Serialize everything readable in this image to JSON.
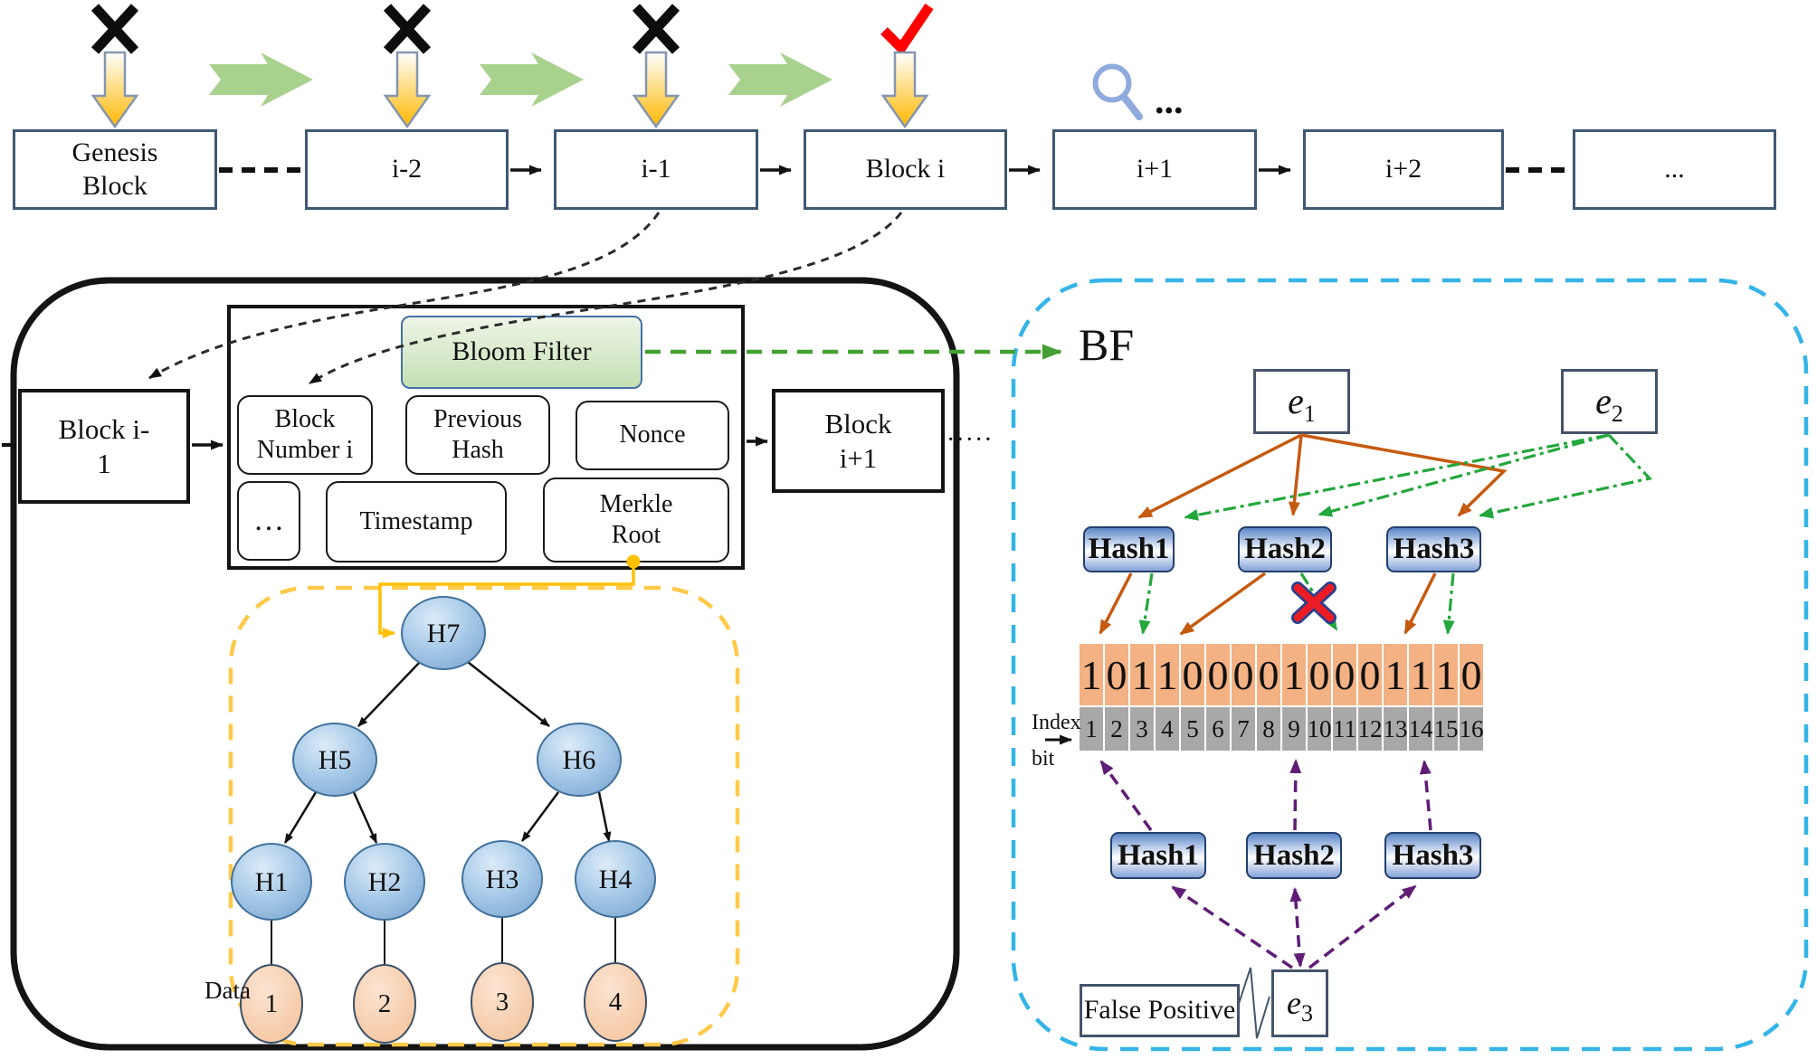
{
  "chain": {
    "blocks": [
      {
        "label": "Genesis Block",
        "mark": "invalid-x"
      },
      {
        "label": "i-2",
        "mark": "invalid-x"
      },
      {
        "label": "i-1",
        "mark": "invalid-x"
      },
      {
        "label": "Block i",
        "mark": "valid-check"
      },
      {
        "label": "i+1",
        "mark": "search"
      },
      {
        "label": "i+2",
        "mark": "none"
      },
      {
        "label": "...",
        "mark": "none"
      }
    ],
    "search_ellipsis": "..."
  },
  "block_detail": {
    "prev_block": "Block i-1",
    "next_block": "Block i+1",
    "trailing_dots": "·····",
    "header": {
      "bloom_filter": "Bloom Filter",
      "block_number": "Block Number i",
      "previous_hash": "Previous Hash",
      "nonce": "Nonce",
      "ellipsis": "…",
      "timestamp": "Timestamp",
      "merkle_root": "Merkle Root"
    }
  },
  "merkle": {
    "data_label": "Data",
    "nodes": {
      "root": "H7",
      "left": "H5",
      "right": "H6",
      "l1": "H1",
      "l2": "H2",
      "l3": "H3",
      "l4": "H4"
    },
    "leaves": [
      "1",
      "2",
      "3",
      "4"
    ]
  },
  "bloom": {
    "label": "BF",
    "elements": {
      "e1": {
        "base": "e",
        "sub": "1"
      },
      "e2": {
        "base": "e",
        "sub": "2"
      },
      "e3": {
        "base": "e",
        "sub": "3"
      }
    },
    "hash_functions": [
      "Hash1",
      "Hash2",
      "Hash3"
    ],
    "bits": [
      "1",
      "0",
      "1",
      "1",
      "0",
      "0",
      "0",
      "0",
      "1",
      "0",
      "0",
      "0",
      "1",
      "1",
      "1",
      "0"
    ],
    "indices": [
      "1",
      "2",
      "3",
      "4",
      "5",
      "6",
      "7",
      "8",
      "9",
      "10",
      "11",
      "12",
      "13",
      "14",
      "15",
      "16"
    ],
    "index_label_top": "Index",
    "index_label_bottom": "bit",
    "false_positive": "False Positive"
  },
  "colors": {
    "insert_orange": "#C55A11",
    "insert_green": "#23A73C",
    "query_purple": "#5F1D75",
    "panel_cyan": "#35B4E8",
    "merkle_yellow": "#FFC000",
    "chain_green_arrow": "#A9D18E",
    "valid_check_red": "#FF0000",
    "bit_cell_orange": "#F4B183",
    "index_cell_gray": "#A8A8A8",
    "bloom_box_green": "#C5E0B4"
  }
}
